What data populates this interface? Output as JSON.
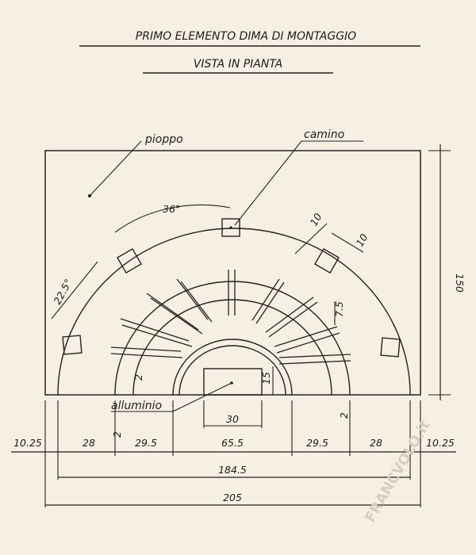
{
  "title": {
    "line1": "PRIMO ELEMENTO DIMA DI MONTAGGIO",
    "line2": "VISTA IN PIANTA"
  },
  "labels": {
    "pioppo": "pioppo",
    "camino": "camino",
    "alluminio": "alluminio"
  },
  "arc_dims": {
    "angle_36": "36°",
    "angle_22_5": "22.5°",
    "chimney_size": "10",
    "chimney_gap": "10",
    "rib_width": "7.5",
    "ring_gap": "2",
    "block_height": "15"
  },
  "side_dims": {
    "height": "150"
  },
  "bottom_dims": {
    "block_width": "30",
    "gap_left": "2",
    "gap_right": "2",
    "row1": [
      "10.25",
      "28",
      "29.5",
      "65.5",
      "29.5",
      "28",
      "10.25"
    ],
    "inner_total": "184.5",
    "overall_total": "205"
  },
  "watermark": {
    "text": "FRANCVOLO.it"
  }
}
